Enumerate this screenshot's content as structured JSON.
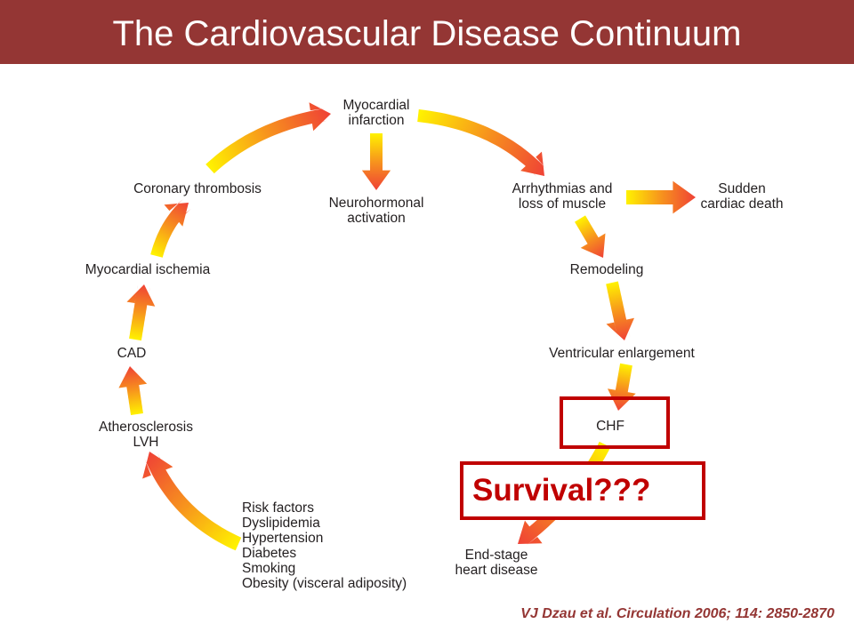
{
  "header": {
    "title": "The Cardiovascular Disease Continuum",
    "background_color": "#943634",
    "text_color": "#ffffff"
  },
  "diagram": {
    "nodes": {
      "myocardial_infarction": "Myocardial\ninfarction",
      "neurohormonal_activation": "Neurohormonal\nactivation",
      "arrhythmias": "Arrhythmias and\nloss of muscle",
      "sudden_death": "Sudden\ncardiac death",
      "remodeling": "Remodeling",
      "ventricular_enlargement": "Ventricular enlargement",
      "chf": "CHF",
      "end_stage": "End-stage\nheart disease",
      "risk_factors": "Risk factors\nDyslipidemia\nHypertension\nDiabetes\nSmoking\nObesity (visceral adiposity)",
      "atherosclerosis": "Atherosclerosis\nLVH",
      "cad": "CAD",
      "myocardial_ischemia": "Myocardial ischemia",
      "coronary_thrombosis": "Coronary thrombosis"
    },
    "arrow_gradient": [
      "#fff200",
      "#f7941d",
      "#ef4136"
    ],
    "highlight_color": "#c00000"
  },
  "callout": {
    "text": "Survival???"
  },
  "citation": "VJ Dzau et al. Circulation 2006; 114: 2850-2870"
}
